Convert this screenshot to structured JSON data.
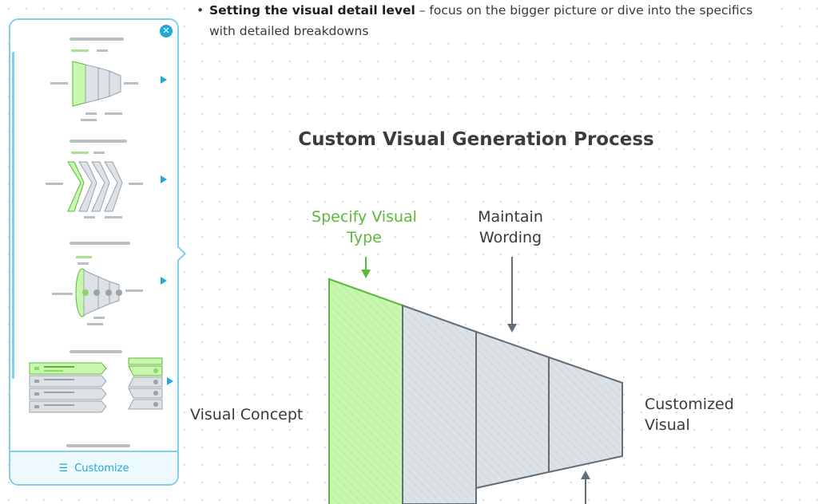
{
  "bullet": {
    "marker": "•",
    "bold": "Setting the visual detail level",
    "rest": " – focus on the bigger picture or dive into the specifics with detailed breakdowns"
  },
  "panel": {
    "close_icon": "close-icon",
    "customize_label": "Customize",
    "customize_icon": "sliders-icon"
  },
  "diagram": {
    "title": "Custom Visual Generation Process",
    "label_specify_line1": "Specify Visual",
    "label_specify_line2": "Type",
    "label_maintain_line1": "Maintain",
    "label_maintain_line2": "Wording",
    "label_left": "Visual Concept",
    "label_right_line1": "Customized",
    "label_right_line2": "Visual"
  },
  "colors": {
    "accent_green": "#5cb83a",
    "highlight_fill": "#c9f7b0",
    "segment_fill": "#dde2e7",
    "segment_stroke": "#636d77",
    "panel_accent": "#1fa8d9"
  }
}
